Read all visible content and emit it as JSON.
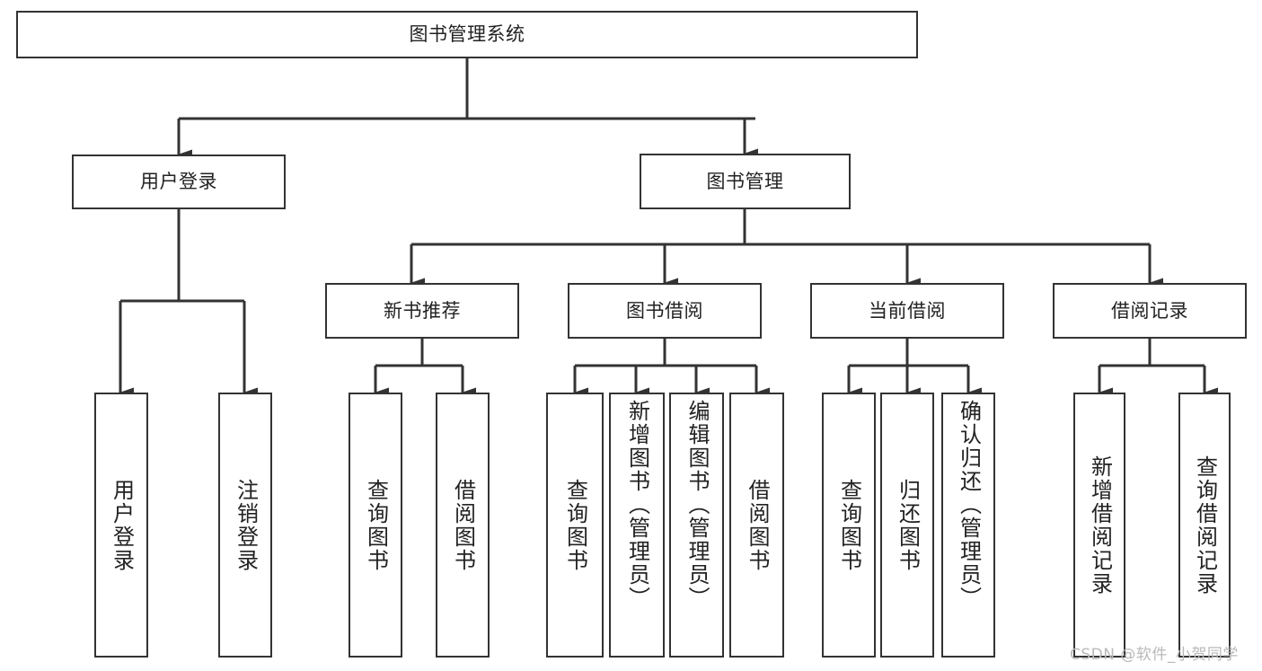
{
  "diagram": {
    "type": "tree",
    "title": "图书管理系统",
    "root": {
      "label": "图书管理系统"
    },
    "level1": [
      {
        "label": "用户登录"
      },
      {
        "label": "图书管理"
      }
    ],
    "level2": [
      {
        "label": "新书推荐"
      },
      {
        "label": "图书借阅"
      },
      {
        "label": "当前借阅"
      },
      {
        "label": "借阅记录"
      }
    ],
    "leaves": {
      "user_login": [
        {
          "label": "用户登录"
        },
        {
          "label": "注销登录"
        }
      ],
      "new_book_recommend": [
        {
          "label": "查询图书"
        },
        {
          "label": "借阅图书"
        }
      ],
      "book_borrow": [
        {
          "label": "查询图书"
        },
        {
          "label": "新增图书（管理员）"
        },
        {
          "label": "编辑图书（管理员）"
        },
        {
          "label": "借阅图书"
        }
      ],
      "current_borrow": [
        {
          "label": "查询图书"
        },
        {
          "label": "归还图书"
        },
        {
          "label": "确认归还（管理员）"
        }
      ],
      "borrow_record": [
        {
          "label": "新增借阅记录"
        },
        {
          "label": "查询借阅记录"
        }
      ]
    }
  },
  "watermark": {
    "text": "CSDN @软件_小贺同学"
  },
  "colors": {
    "stroke": "#333333",
    "background": "#ffffff",
    "text": "#222222",
    "watermark": "#b9b9b9"
  }
}
